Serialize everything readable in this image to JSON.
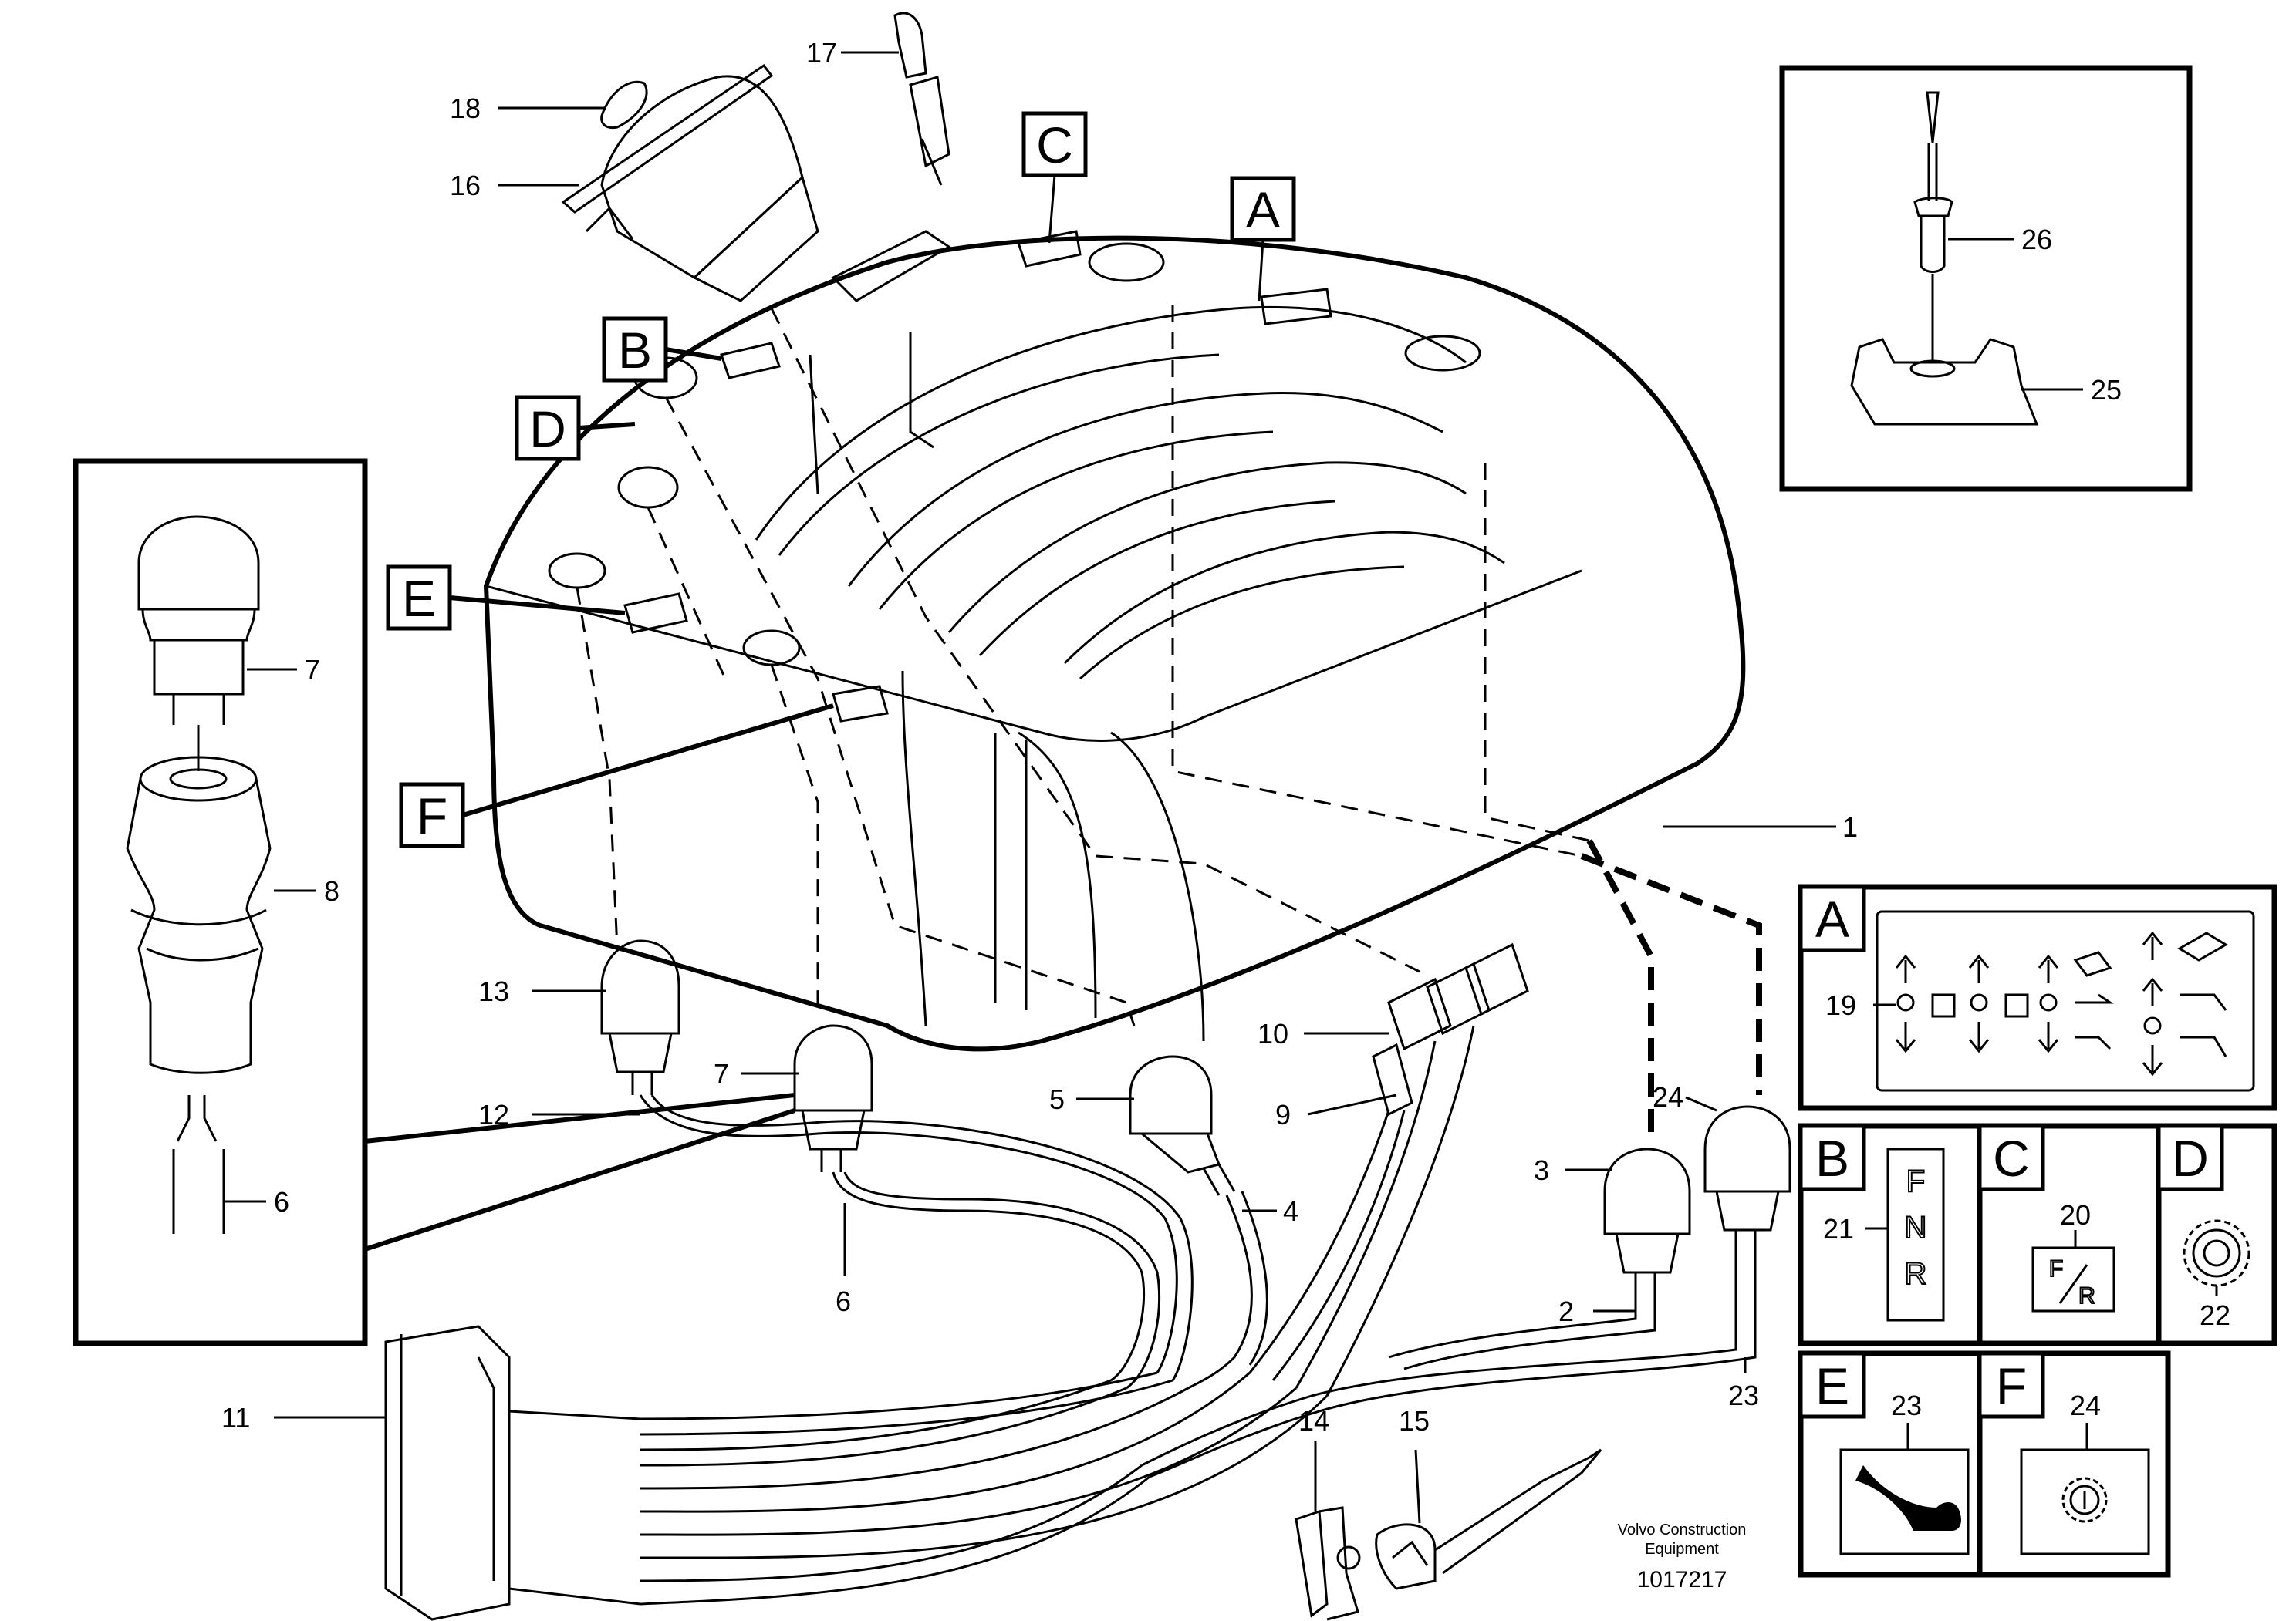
{
  "diagram": {
    "callouts": {
      "c1": "1",
      "c2": "2",
      "c3": "3",
      "c4": "4",
      "c5": "5",
      "c6a": "6",
      "c6b": "6",
      "c7a": "7",
      "c7b": "7",
      "c8": "8",
      "c9": "9",
      "c10": "10",
      "c11": "11",
      "c12": "12",
      "c13": "13",
      "c14": "14",
      "c15": "15",
      "c16": "16",
      "c17": "17",
      "c18": "18",
      "c19": "19",
      "c20": "20",
      "c21": "21",
      "c22": "22",
      "c23a": "23",
      "c23b": "23",
      "c24a": "24",
      "c24b": "24",
      "c25": "25",
      "c26": "26"
    },
    "letter_tags": {
      "A": "A",
      "B": "B",
      "C": "C",
      "D": "D",
      "E": "E",
      "F": "F"
    },
    "decal_panels": {
      "A": "A",
      "B": "B",
      "C": "C",
      "D": "D",
      "E": "E",
      "F": "F"
    },
    "decal_text": {
      "fnr_f": "F",
      "fnr_n": "N",
      "fnr_r": "R",
      "fr_f": "F",
      "fr_r": "R"
    },
    "credit_line1": "Volvo Construction",
    "credit_line2": "Equipment",
    "part_number": "1017217"
  }
}
